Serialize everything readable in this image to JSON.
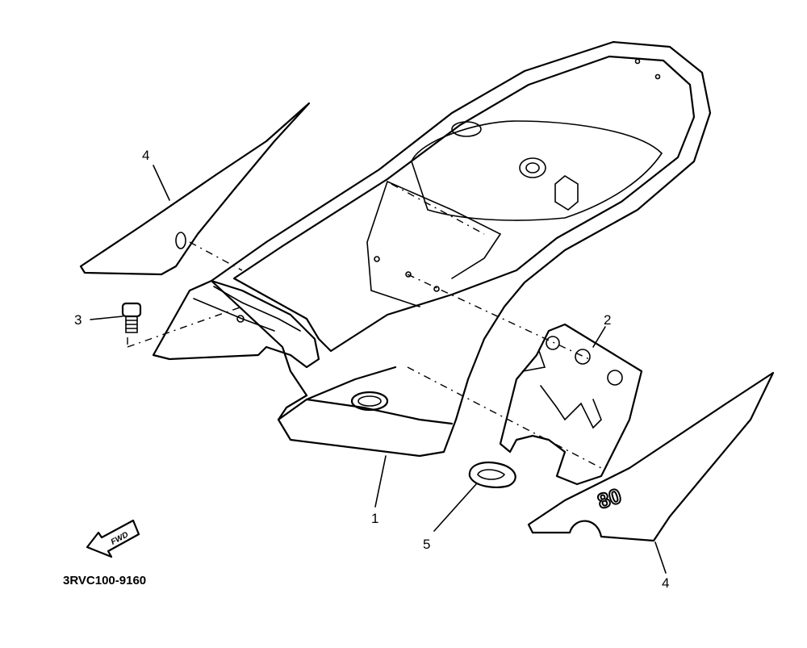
{
  "diagram": {
    "part_code": "3RVC100-9160",
    "fwd_label": "FWD",
    "decal_text": "80",
    "callouts": [
      {
        "id": "c4a",
        "label": "4"
      },
      {
        "id": "c3",
        "label": "3"
      },
      {
        "id": "c2",
        "label": "2"
      },
      {
        "id": "c1",
        "label": "1"
      },
      {
        "id": "c5",
        "label": "5"
      },
      {
        "id": "c4b",
        "label": "4"
      }
    ]
  }
}
